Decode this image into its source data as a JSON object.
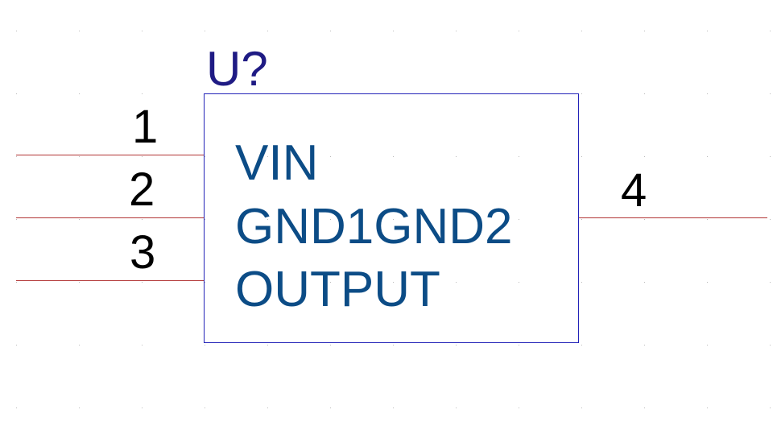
{
  "component": {
    "reference": "U?",
    "pin_names": [
      "VIN",
      "GND1GND2",
      "OUTPUT"
    ],
    "pins": {
      "pin1": "1",
      "pin2": "2",
      "pin3": "3",
      "pin4": "4"
    }
  },
  "colors": {
    "pin_line": "#b23535",
    "body_outline": "#2323b8",
    "reference_text": "#1f1b84",
    "pin_name_text": "#0c4c86",
    "pin_number_text": "#000000",
    "grid_dot": "#b9b9b9"
  }
}
